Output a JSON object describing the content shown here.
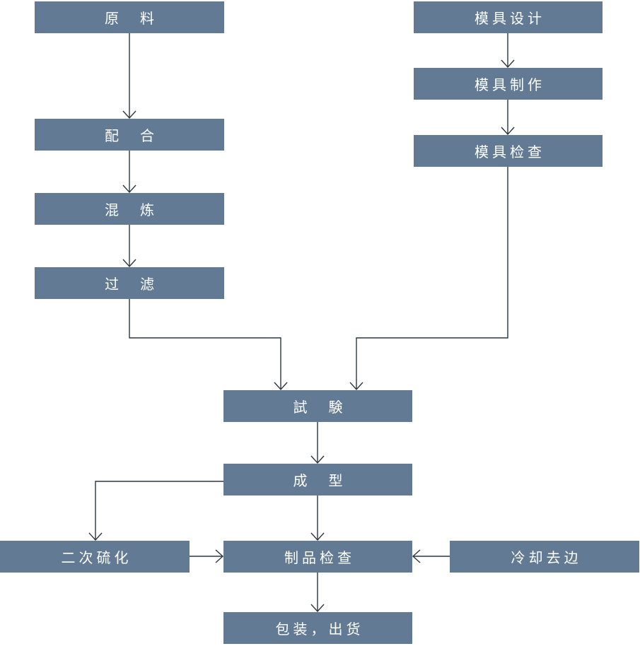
{
  "colors": {
    "box": "#627a93",
    "text": "#ffffff",
    "line": "#2b3640",
    "background": "#ffffff"
  },
  "nodes": {
    "raw_material": "原　料",
    "compounding": "配　合",
    "mixing": "混　炼",
    "filtering": "过　滤",
    "mold_design": "模具设计",
    "mold_making": "模具制作",
    "mold_inspection": "模具检查",
    "trial": "試　験",
    "molding": "成　型",
    "post_cure": "二次硫化",
    "product_inspection": "制品检查",
    "cooling_trimming": "冷却去边",
    "packing_shipping": "包装，出货"
  }
}
